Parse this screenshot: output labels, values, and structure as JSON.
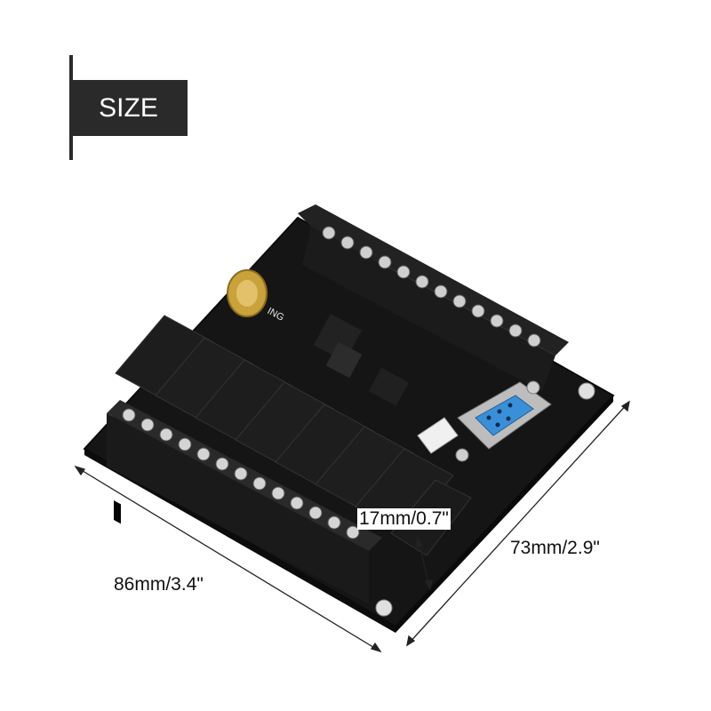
{
  "badge": {
    "text": "SIZE"
  },
  "dimensions": {
    "width": "86mm/3.4\"",
    "depth": "73mm/2.9\"",
    "height": "17mm/0.7\""
  },
  "board": {
    "marking": "ING"
  },
  "colors": {
    "badge_bg": "#2a2a2a",
    "pcb": "#141414",
    "relay": "#1c1c1c",
    "connector": "#3a8fd9",
    "battery": "#c9a23a"
  }
}
